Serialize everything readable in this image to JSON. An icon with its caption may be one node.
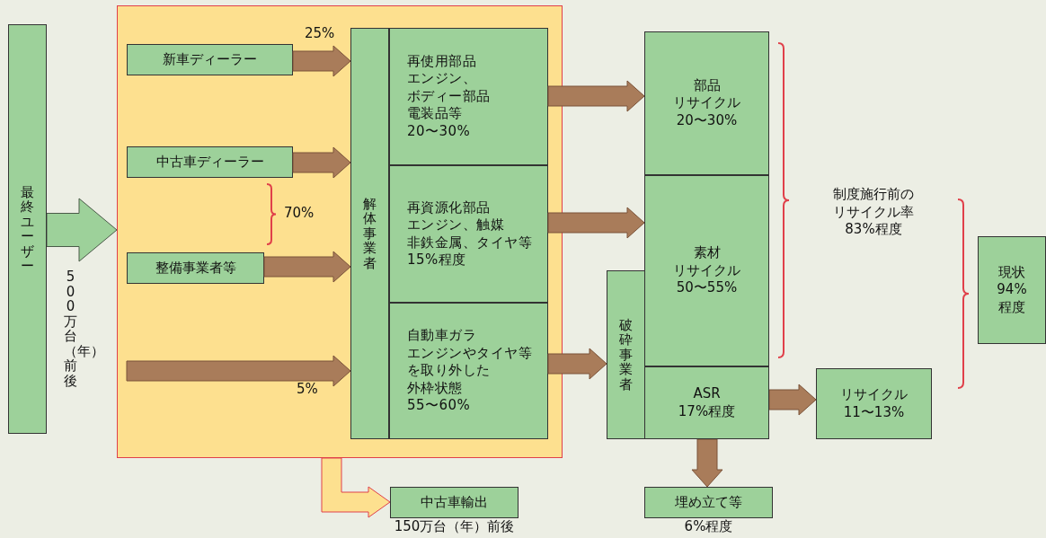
{
  "diagram": {
    "nodes": [
      {
        "text": [
          "最終ユーザー"
        ],
        "beside": [
          "500万台（年）前後"
        ]
      },
      {
        "text": [],
        "shape": "box"
      },
      {
        "text": [
          "新車ディーラー"
        ],
        "in": 1
      },
      {
        "text": [
          "中古車ディーラー"
        ],
        "in": 1
      },
      {
        "text": [
          "整備事業者等"
        ],
        "in": 1
      },
      {
        "text": [
          "解体事業者"
        ],
        "in": 1
      },
      {
        "text": [
          "再使用部品",
          "エンジン、ボディー部品",
          "電装品等",
          "20〜30%"
        ],
        "in": 1
      },
      {
        "text": [
          "再資源化部品",
          "エンジン、触媒",
          "非鉄金属、タイヤ等",
          "15%程度"
        ],
        "in": 1
      },
      {
        "text": [
          "自動車ガラ",
          "エンジンやタイヤ等を取り外した",
          "外枠状態",
          "55〜60%"
        ],
        "in": 1
      },
      {
        "text": [
          "中古車輸出"
        ],
        "beside": [
          "150万台（年）前後"
        ]
      },
      {
        "text": [
          "破砕事業者"
        ]
      },
      {
        "text": [
          "部品",
          "リサイクル",
          "20〜30%"
        ]
      },
      {
        "text": [
          "素材",
          "リサイクル",
          "50〜55%"
        ]
      },
      {
        "text": [
          "ASR",
          "17%程度"
        ]
      },
      {
        "text": [
          "埋め立て等"
        ],
        "beside": [
          "6%程度"
        ]
      },
      {
        "text": [
          "リサイクル",
          "11〜13%"
        ]
      },
      {
        "text": [
          "現状",
          "94%",
          "程度"
        ]
      }
    ],
    "edges": [
      {
        "from": 0,
        "to": 1,
        "arrow": "to",
        "color": "#9dd19a"
      },
      {
        "from": 2,
        "to": 5,
        "arrow": "to",
        "label": "25%"
      },
      {
        "from": 3,
        "to": 5,
        "arrow": "to"
      },
      {
        "from": 4,
        "to": 5,
        "arrow": "to"
      },
      {
        "from": null,
        "to": 5,
        "arrow": "to",
        "label": "5%"
      },
      {
        "from": 1,
        "to": 9,
        "arrow": "to",
        "color": "#fde08f"
      },
      {
        "from": 6,
        "to": 11,
        "arrow": "to"
      },
      {
        "from": 7,
        "to": 12,
        "arrow": "to"
      },
      {
        "from": 8,
        "to": 10,
        "arrow": "to"
      },
      {
        "from": 13,
        "to": 15,
        "arrow": "to"
      },
      {
        "from": 13,
        "to": 14,
        "arrow": "to"
      }
    ],
    "labels": [
      "70%",
      "制度施行前のリサイクル率83%程度"
    ]
  }
}
